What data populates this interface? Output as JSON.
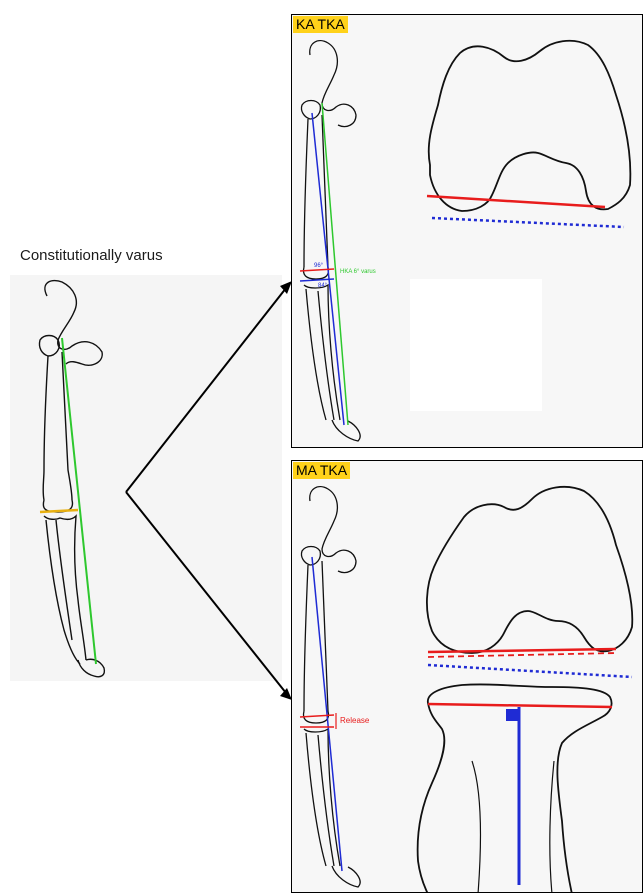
{
  "left_leg": {
    "caption": "Constitutionally varus"
  },
  "ka_panel": {
    "title": "KA TKA",
    "hka_label": "HKA 6° varus",
    "angle_top": "96°",
    "angle_bottom": "84°"
  },
  "ma_panel": {
    "title": "MA TKA",
    "release_label": "Release"
  },
  "colors": {
    "green_axis": "#2ec82e",
    "blue_axis": "#1f2bd4",
    "red_line": "#e81c1c",
    "joint_yellow": "#e8b010",
    "title_bg": "#ffd21a"
  }
}
